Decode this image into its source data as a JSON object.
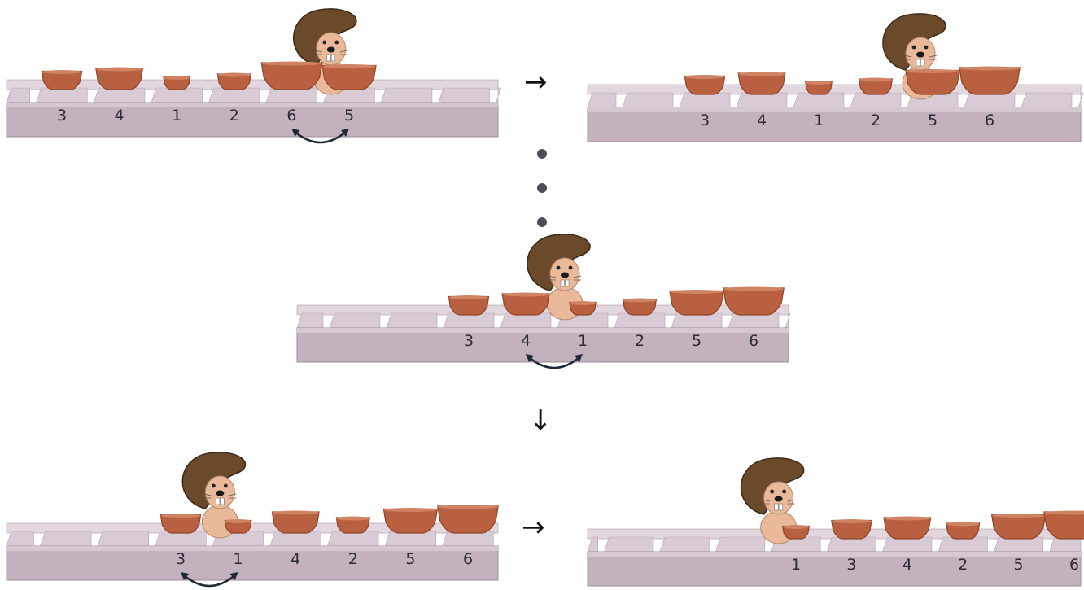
{
  "colors": {
    "shelf_front": "#c3b1bd",
    "shelf_top": "#e3d7df",
    "slot_block": "#d9cbd5",
    "bowl": "#b8603f",
    "bowl_dark": "#8e4529",
    "beaver_fur": "#6b4a2c",
    "beaver_face": "#e9b99a",
    "arrow": "#1e2a36",
    "dot": "#4b4e57"
  },
  "icons": {
    "beaver": "beaver-mascot-icon",
    "bowl": "bowl-icon",
    "swap": "curved-double-arrow-icon"
  },
  "flow_arrows": {
    "right": "→",
    "down": "↓"
  },
  "shelves": [
    {
      "id": "step-a",
      "order": [
        "3",
        "4",
        "1",
        "2",
        "6",
        "5"
      ],
      "bowl_sizes": [
        3,
        4,
        1,
        2,
        6,
        5
      ],
      "beaver_at": 4.6,
      "swap": [
        4,
        5
      ]
    },
    {
      "id": "step-b",
      "order": [
        "3",
        "4",
        "1",
        "2",
        "5",
        "6"
      ],
      "bowl_sizes": [
        3,
        4,
        1,
        2,
        5,
        6
      ],
      "beaver_at": 3.7,
      "swap": null
    },
    {
      "id": "step-c",
      "order": [
        "3",
        "4",
        "1",
        "2",
        "5",
        "6"
      ],
      "bowl_sizes": [
        3,
        4,
        1,
        2,
        5,
        6
      ],
      "beaver_at": 1.6,
      "swap": [
        1,
        2
      ]
    },
    {
      "id": "step-d",
      "order": [
        "3",
        "1",
        "4",
        "2",
        "5",
        "6"
      ],
      "bowl_sizes": [
        3,
        1,
        4,
        2,
        5,
        6
      ],
      "beaver_at": 0.6,
      "swap": [
        0,
        1
      ]
    },
    {
      "id": "step-e",
      "order": [
        "1",
        "3",
        "4",
        "2",
        "5",
        "6"
      ],
      "bowl_sizes": [
        1,
        3,
        4,
        2,
        5,
        6
      ],
      "beaver_at": -0.4,
      "swap": null
    }
  ]
}
